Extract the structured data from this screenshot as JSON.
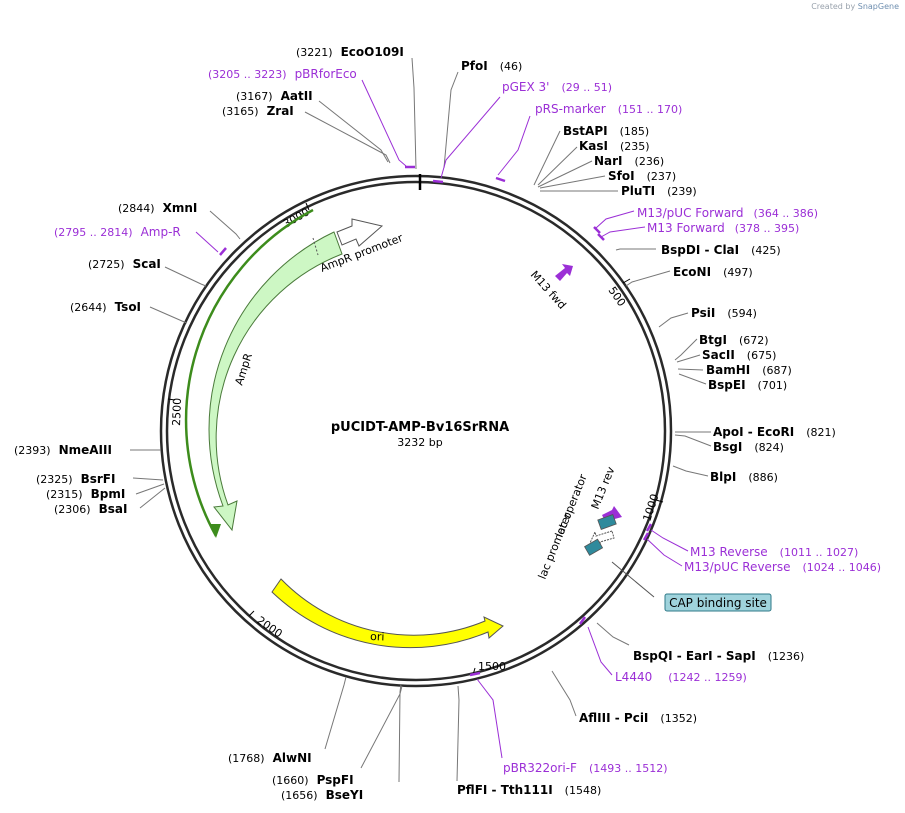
{
  "brand": {
    "prefix": "Created by",
    "name": "SnapGene"
  },
  "plasmid": {
    "name": "pUCIDT-AMP-Bv16SrRNA",
    "length_label": "3232 bp",
    "length": 3232
  },
  "ticks": [
    "500",
    "1000",
    "1500",
    "2000",
    "2500",
    "3000"
  ],
  "enzymes": [
    {
      "name": "EcoO109I",
      "pos": "(3221)"
    },
    {
      "name": "PfoI",
      "pos": "(46)"
    },
    {
      "name": "AatII",
      "pos": "(3167)"
    },
    {
      "name": "ZraI",
      "pos": "(3165)"
    },
    {
      "name": "BstAPI",
      "pos": "(185)"
    },
    {
      "name": "KasI",
      "pos": "(235)"
    },
    {
      "name": "NarI",
      "pos": "(236)"
    },
    {
      "name": "SfoI",
      "pos": "(237)"
    },
    {
      "name": "PluTI",
      "pos": "(239)"
    },
    {
      "name": "XmnI",
      "pos": "(2844)"
    },
    {
      "name": "BspDI  -  ClaI",
      "pos": "(425)"
    },
    {
      "name": "ScaI",
      "pos": "(2725)"
    },
    {
      "name": "EcoNI",
      "pos": "(497)"
    },
    {
      "name": "TsoI",
      "pos": "(2644)"
    },
    {
      "name": "PsiI",
      "pos": "(594)"
    },
    {
      "name": "BtgI",
      "pos": "(672)"
    },
    {
      "name": "SacII",
      "pos": "(675)"
    },
    {
      "name": "BamHI",
      "pos": "(687)"
    },
    {
      "name": "BspEI",
      "pos": "(701)"
    },
    {
      "name": "ApoI  -  EcoRI",
      "pos": "(821)"
    },
    {
      "name": "BsgI",
      "pos": "(824)"
    },
    {
      "name": "NmeAIII",
      "pos": "(2393)"
    },
    {
      "name": "BlpI",
      "pos": "(886)"
    },
    {
      "name": "BsrFI",
      "pos": "(2325)"
    },
    {
      "name": "BpmI",
      "pos": "(2315)"
    },
    {
      "name": "BsaI",
      "pos": "(2306)"
    },
    {
      "name": "BspQI  -  EarI  -  SapI",
      "pos": "(1236)"
    },
    {
      "name": "AflIII  -  PciI",
      "pos": "(1352)"
    },
    {
      "name": "AlwNI",
      "pos": "(1768)"
    },
    {
      "name": "PspFI",
      "pos": "(1660)"
    },
    {
      "name": "BseYI",
      "pos": "(1656)"
    },
    {
      "name": "PflFI  -  Tth111I",
      "pos": "(1548)"
    }
  ],
  "primers": [
    {
      "name": "pBRforEco",
      "range": "(3205 .. 3223)"
    },
    {
      "name": "pGEX 3'",
      "range": "(29 .. 51)"
    },
    {
      "name": "pRS-marker",
      "range": "(151 .. 170)"
    },
    {
      "name": "M13/pUC Forward",
      "range": "(364 .. 386)"
    },
    {
      "name": "M13 Forward",
      "range": "(378 .. 395)"
    },
    {
      "name": "Amp-R",
      "range": "(2795 .. 2814)"
    },
    {
      "name": "M13 Reverse",
      "range": "(1011 .. 1027)"
    },
    {
      "name": "M13/pUC Reverse",
      "range": "(1024 .. 1046)"
    },
    {
      "name": "L4440",
      "range": "(1242 .. 1259)"
    },
    {
      "name": "pBR322ori-F",
      "range": "(1493 .. 1512)"
    }
  ],
  "features": {
    "ampr_promoter": "AmpR promoter",
    "ampr": "AmpR",
    "ori": "ori",
    "m13_fwd": "M13 fwd",
    "m13_rev": "M13 rev",
    "lac_operator": "lac operator",
    "lac_promoter": "lac promoter",
    "cap_site": "CAP binding site"
  },
  "colors": {
    "backbone": "#2a2a2a",
    "primer": "#9b2fd6",
    "ampr_fill": "#cdf7c4",
    "ampr_stroke": "#4a7a3a",
    "ampr_orf": "#3d8c1c",
    "ori_fill": "#ffff00",
    "lac_fill": "#2f8a9c",
    "cap_fill": "#9fd3dc"
  }
}
